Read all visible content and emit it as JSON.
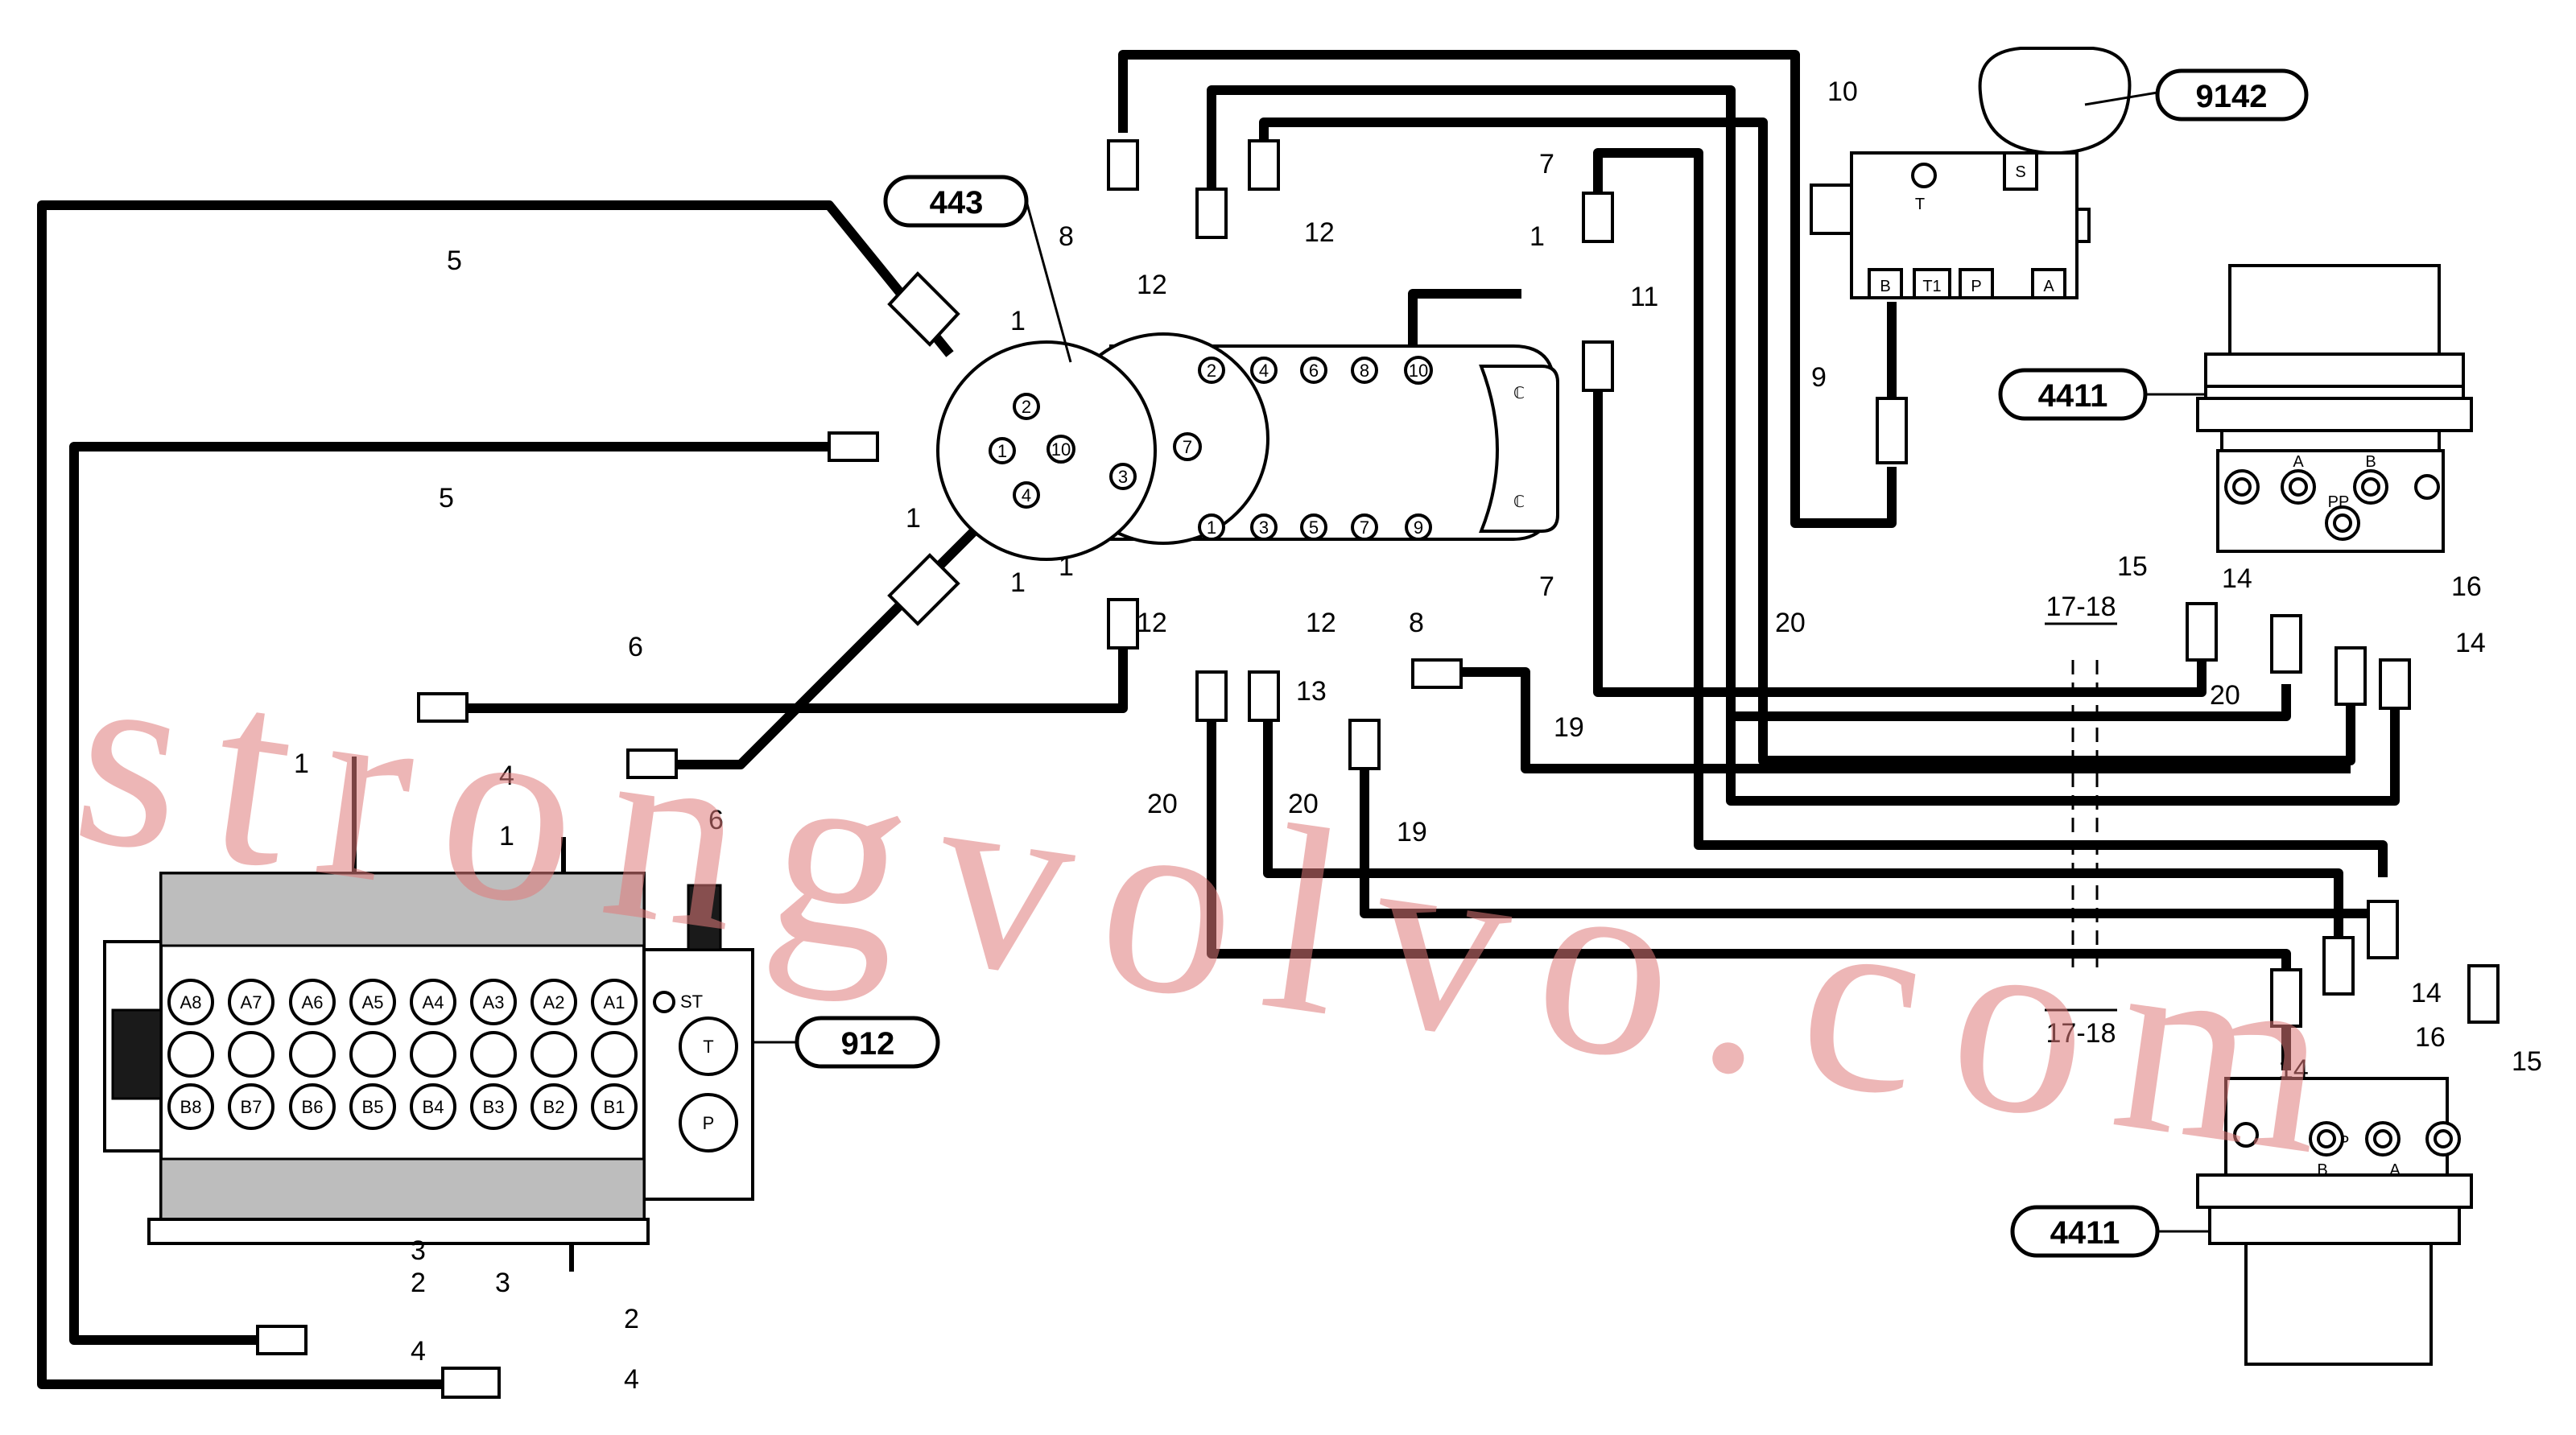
{
  "tags": {
    "swivel": "443",
    "valve_block": "9142",
    "motor_top": "4411",
    "motor_bottom": "4411",
    "control_valve": "912"
  },
  "swivel_ports": {
    "left": [
      "2",
      "1",
      "10",
      "4",
      "3",
      "7"
    ],
    "top": [
      "2",
      "4",
      "6",
      "8",
      "10"
    ],
    "bottom": [
      "1",
      "3",
      "5",
      "7",
      "9"
    ]
  },
  "control_valve_ports": {
    "a_row": [
      "A8",
      "A7",
      "A6",
      "A5",
      "A4",
      "A3",
      "A2",
      "A1"
    ],
    "b_row": [
      "B8",
      "B7",
      "B6",
      "B5",
      "B4",
      "B3",
      "B2",
      "B1"
    ],
    "side": [
      "ST",
      "T",
      "P"
    ]
  },
  "valve_block_ports": [
    "B",
    "T1",
    "P",
    "A"
  ],
  "valve_block_marks": [
    "T",
    "S"
  ],
  "motor_ports": [
    "A",
    "B",
    "PP"
  ],
  "motor_bottom_ports": [
    "B",
    "PP",
    "A"
  ],
  "section_labels": [
    "17-18",
    "17-18"
  ],
  "callouts": [
    "10",
    "5",
    "5",
    "1",
    "1",
    "1",
    "8",
    "12",
    "12",
    "1",
    "11",
    "7",
    "9",
    "1",
    "12",
    "12",
    "8",
    "7",
    "20",
    "15",
    "14",
    "16",
    "14",
    "20",
    "6",
    "6",
    "13",
    "19",
    "19",
    "20",
    "20",
    "1",
    "4",
    "1",
    "3",
    "2",
    "3",
    "2",
    "4",
    "4",
    "14",
    "16",
    "14",
    "15"
  ],
  "watermark": "strongvolvo.com"
}
